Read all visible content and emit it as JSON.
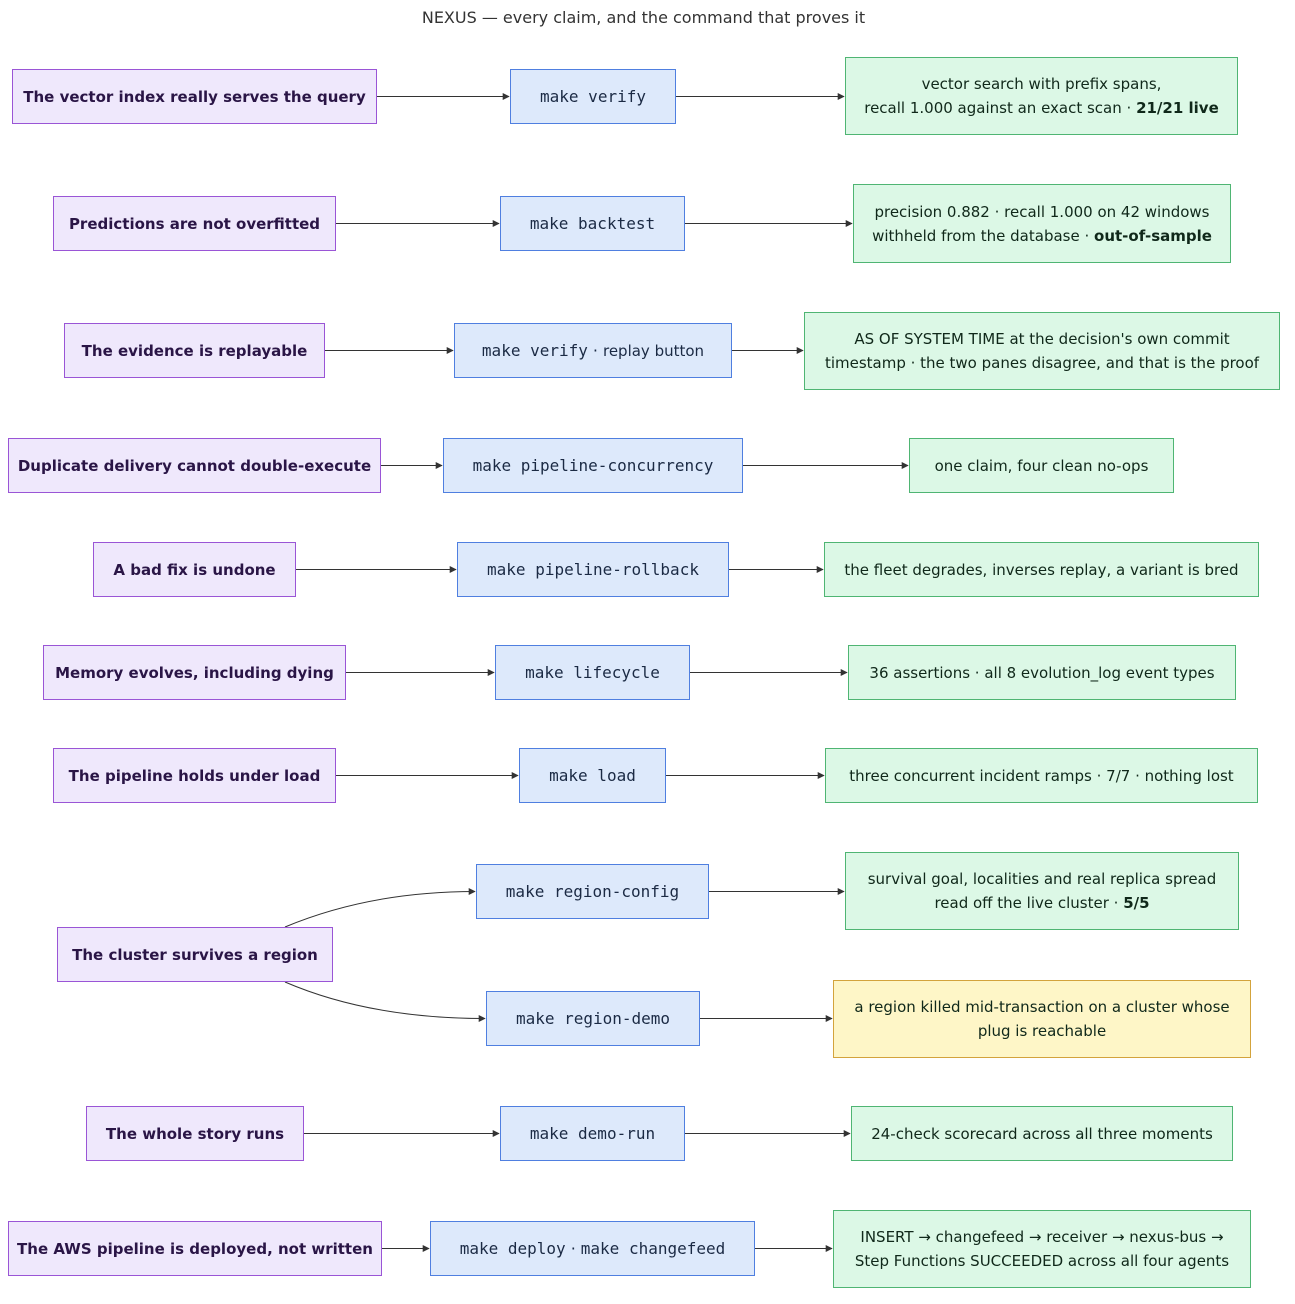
{
  "title": "NEXUS — every claim, and the command that proves it",
  "rows": [
    {
      "claim": "The vector index really serves the query",
      "commands": [
        "make verify"
      ],
      "proof_lines": [
        {
          "text": "vector search with prefix spans,",
          "bold": ""
        },
        {
          "text": "recall 1.000 against an exact scan · ",
          "bold": "21/21 live"
        }
      ]
    },
    {
      "claim": "Predictions are not overfitted",
      "commands": [
        "make backtest"
      ],
      "proof_lines": [
        {
          "text": "precision 0.882 · recall 1.000 on 42 windows",
          "bold": ""
        },
        {
          "text": "withheld from the database · ",
          "bold": "out-of-sample"
        }
      ]
    },
    {
      "claim": "The evidence is replayable",
      "commands": [
        "make verify"
      ],
      "command_extra": "replay button",
      "proof_lines": [
        {
          "text": "AS OF SYSTEM TIME at the decision's own commit",
          "bold": ""
        },
        {
          "text": "timestamp · the two panes disagree, and that is the proof",
          "bold": ""
        }
      ]
    },
    {
      "claim": "Duplicate delivery cannot double-execute",
      "commands": [
        "make pipeline-concurrency"
      ],
      "proof_lines": [
        {
          "text": "one claim, four clean no-ops",
          "bold": ""
        }
      ]
    },
    {
      "claim": "A bad fix is undone",
      "commands": [
        "make pipeline-rollback"
      ],
      "proof_lines": [
        {
          "text": "the fleet degrades, inverses replay, a variant is bred",
          "bold": ""
        }
      ]
    },
    {
      "claim": "Memory evolves, including dying",
      "commands": [
        "make lifecycle"
      ],
      "proof_lines": [
        {
          "text": "36 assertions · all 8 evolution_log event types",
          "bold": ""
        }
      ]
    },
    {
      "claim": "The pipeline holds under load",
      "commands": [
        "make load"
      ],
      "proof_lines": [
        {
          "text": "three concurrent incident ramps · 7/7 · nothing lost",
          "bold": ""
        }
      ]
    },
    {
      "claim": "The cluster survives a region",
      "branches": [
        {
          "commands": [
            "make region-config"
          ],
          "proof_lines": [
            {
              "text": "survival goal, localities and real replica spread",
              "bold": ""
            },
            {
              "text": "read off the live cluster · ",
              "bold": "5/5"
            }
          ]
        },
        {
          "commands": [
            "make region-demo"
          ],
          "warn": true,
          "proof_lines": [
            {
              "text": "a region killed mid-transaction on a cluster whose",
              "bold": ""
            },
            {
              "text": "plug is reachable",
              "bold": ""
            }
          ]
        }
      ]
    },
    {
      "claim": "The whole story runs",
      "commands": [
        "make demo-run"
      ],
      "proof_lines": [
        {
          "text": "24-check scorecard across all three moments",
          "bold": ""
        }
      ]
    },
    {
      "claim": "The AWS pipeline is deployed, not written",
      "commands": [
        "make deploy",
        "make changefeed"
      ],
      "proof_lines": [
        {
          "text": "INSERT → changefeed → receiver → nexus-bus →",
          "bold": ""
        },
        {
          "text": "Step Functions SUCCEEDED across all four agents",
          "bold": ""
        }
      ]
    }
  ]
}
